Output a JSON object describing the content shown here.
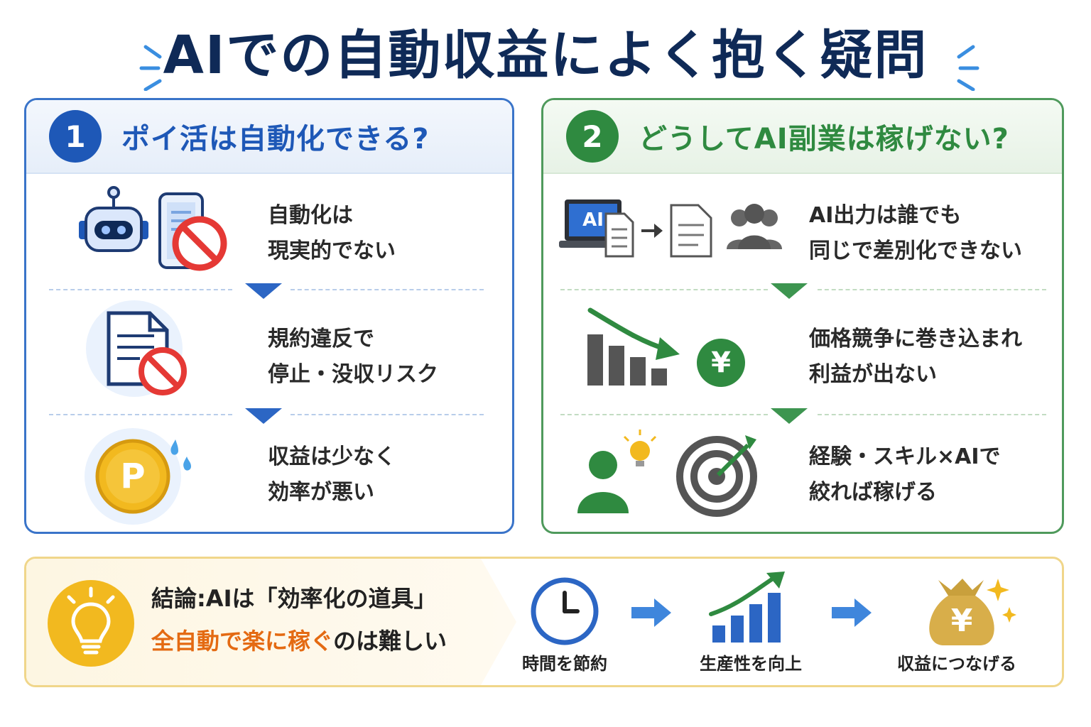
{
  "title": "AIでの自動収益によく抱く疑問",
  "panel1": {
    "number": "1",
    "title": "ポイ活は自動化できる?",
    "rows": [
      {
        "line1": "自動化は",
        "line2": "現実的でない"
      },
      {
        "line1": "規約違反で",
        "line2": "停止・没収リスク"
      },
      {
        "line1": "収益は少なく",
        "line2": "効率が悪い"
      }
    ]
  },
  "panel2": {
    "number": "2",
    "title": "どうしてAI副業は稼げない?",
    "ai_badge": "AI",
    "yen_symbol": "¥",
    "rows": [
      {
        "line1": "AI出力は誰でも",
        "line2": "同じで差別化できない"
      },
      {
        "line1": "価格競争に巻き込まれ",
        "line2": "利益が出ない"
      },
      {
        "line1": "経験・スキル×AIで",
        "line2": "絞れば稼げる"
      }
    ]
  },
  "bottom": {
    "conclusion_line1": "結論:AIは「効率化の道具」",
    "conclusion_highlight": "全自動で楽に稼ぐ",
    "conclusion_rest": "のは難しい",
    "coin_letter": "P",
    "steps": [
      {
        "label": "時間を節約"
      },
      {
        "label": "生産性を向上"
      },
      {
        "label": "収益につなげる"
      }
    ]
  },
  "colors": {
    "navy": "#0f2a57",
    "blue": "#1e58b7",
    "green": "#2f8a40",
    "orange": "#e46a12",
    "gold": "#f2b91f"
  }
}
